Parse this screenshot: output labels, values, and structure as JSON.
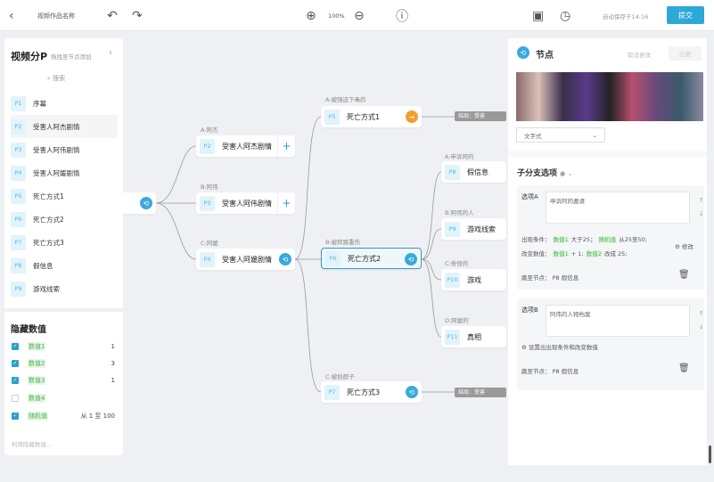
{
  "topbar": {
    "back_icon": "chevron-left-icon",
    "title": "视频作品名称",
    "zoom": "100%",
    "autosave": "自动保存于14:16",
    "submit": "提交"
  },
  "left_panel": {
    "title": "视频分P",
    "hint": "拖拽至节点添加",
    "search": "搜索",
    "items": [
      {
        "id": "P1",
        "label": "序幕"
      },
      {
        "id": "P2",
        "label": "受害人阿杰剧情"
      },
      {
        "id": "P3",
        "label": "受害人阿伟剧情"
      },
      {
        "id": "P4",
        "label": "受害人阿媛剧情"
      },
      {
        "id": "P5",
        "label": "死亡方式1"
      },
      {
        "id": "P6",
        "label": "死亡方式2"
      },
      {
        "id": "P7",
        "label": "死亡方式3"
      },
      {
        "id": "P8",
        "label": "假信息"
      },
      {
        "id": "P9",
        "label": "游戏线索"
      }
    ],
    "hidden_title": "隐藏数值",
    "values": [
      {
        "name": "数值1",
        "value": "1",
        "checked": true
      },
      {
        "name": "数值2",
        "value": "3",
        "checked": true
      },
      {
        "name": "数值3",
        "value": "1",
        "checked": true
      },
      {
        "name": "数值4",
        "value": "",
        "checked": false
      },
      {
        "name": "随机值",
        "value": "从 1  至 100",
        "checked": true
      }
    ],
    "add_hint": "利用隐藏数值..."
  },
  "canvas": {
    "nodes": [
      {
        "id": "P2",
        "label": "受害人阿杰剧情",
        "choice": "A:阿杰"
      },
      {
        "id": "P3",
        "label": "受害人阿伟剧情",
        "choice": "B:阿伟"
      },
      {
        "id": "P4",
        "label": "受害人阿媛剧情",
        "choice": "C:阿媛"
      },
      {
        "id": "P5",
        "label": "死亡方式1",
        "choice": "A:被强迫下毒药"
      },
      {
        "id": "P6",
        "label": "死亡方式2",
        "choice": "B:被转路重伤"
      },
      {
        "id": "P7",
        "label": "死亡方式3",
        "choice": "C:被掐脖子"
      },
      {
        "id": "P8",
        "label": "假信息",
        "choice": "A:申诉阿的"
      },
      {
        "id": "P9",
        "label": "游戏线索",
        "choice": "B:阿伟的人"
      },
      {
        "id": "P10",
        "label": "游戏",
        "choice": "C:奇怪的"
      },
      {
        "id": "P11",
        "label": "真相",
        "choice": "D:阿媛的"
      }
    ],
    "end_tag_1": "结局：受害",
    "end_tag_2": "结局：受害"
  },
  "right_panel": {
    "title": "节点",
    "cancel": "取消更改",
    "apply": "应用",
    "style_select": "文字式",
    "subtitle": "子分支选项",
    "options": [
      {
        "label": "选项A",
        "text": "申诉阿的邀请",
        "cond_label": "出现条件：",
        "cond_v1": "数值1",
        "cond_t1": "大于25；",
        "cond_v2": "随机值",
        "cond_t2": "从25至50;",
        "change_label": "改变数值：",
        "ch_v1": "数值1",
        "ch_t1": "+ 1;",
        "ch_v2": "数值2",
        "ch_t2": "改成 25;",
        "edit": "修改",
        "jump": "跳至节点：  P8 假信息"
      },
      {
        "label": "选项B",
        "text": "阿伟的人物档案",
        "set_cond": "设置出出现条件和改变数值",
        "jump": "跳至节点：  P8 假信息"
      }
    ]
  }
}
